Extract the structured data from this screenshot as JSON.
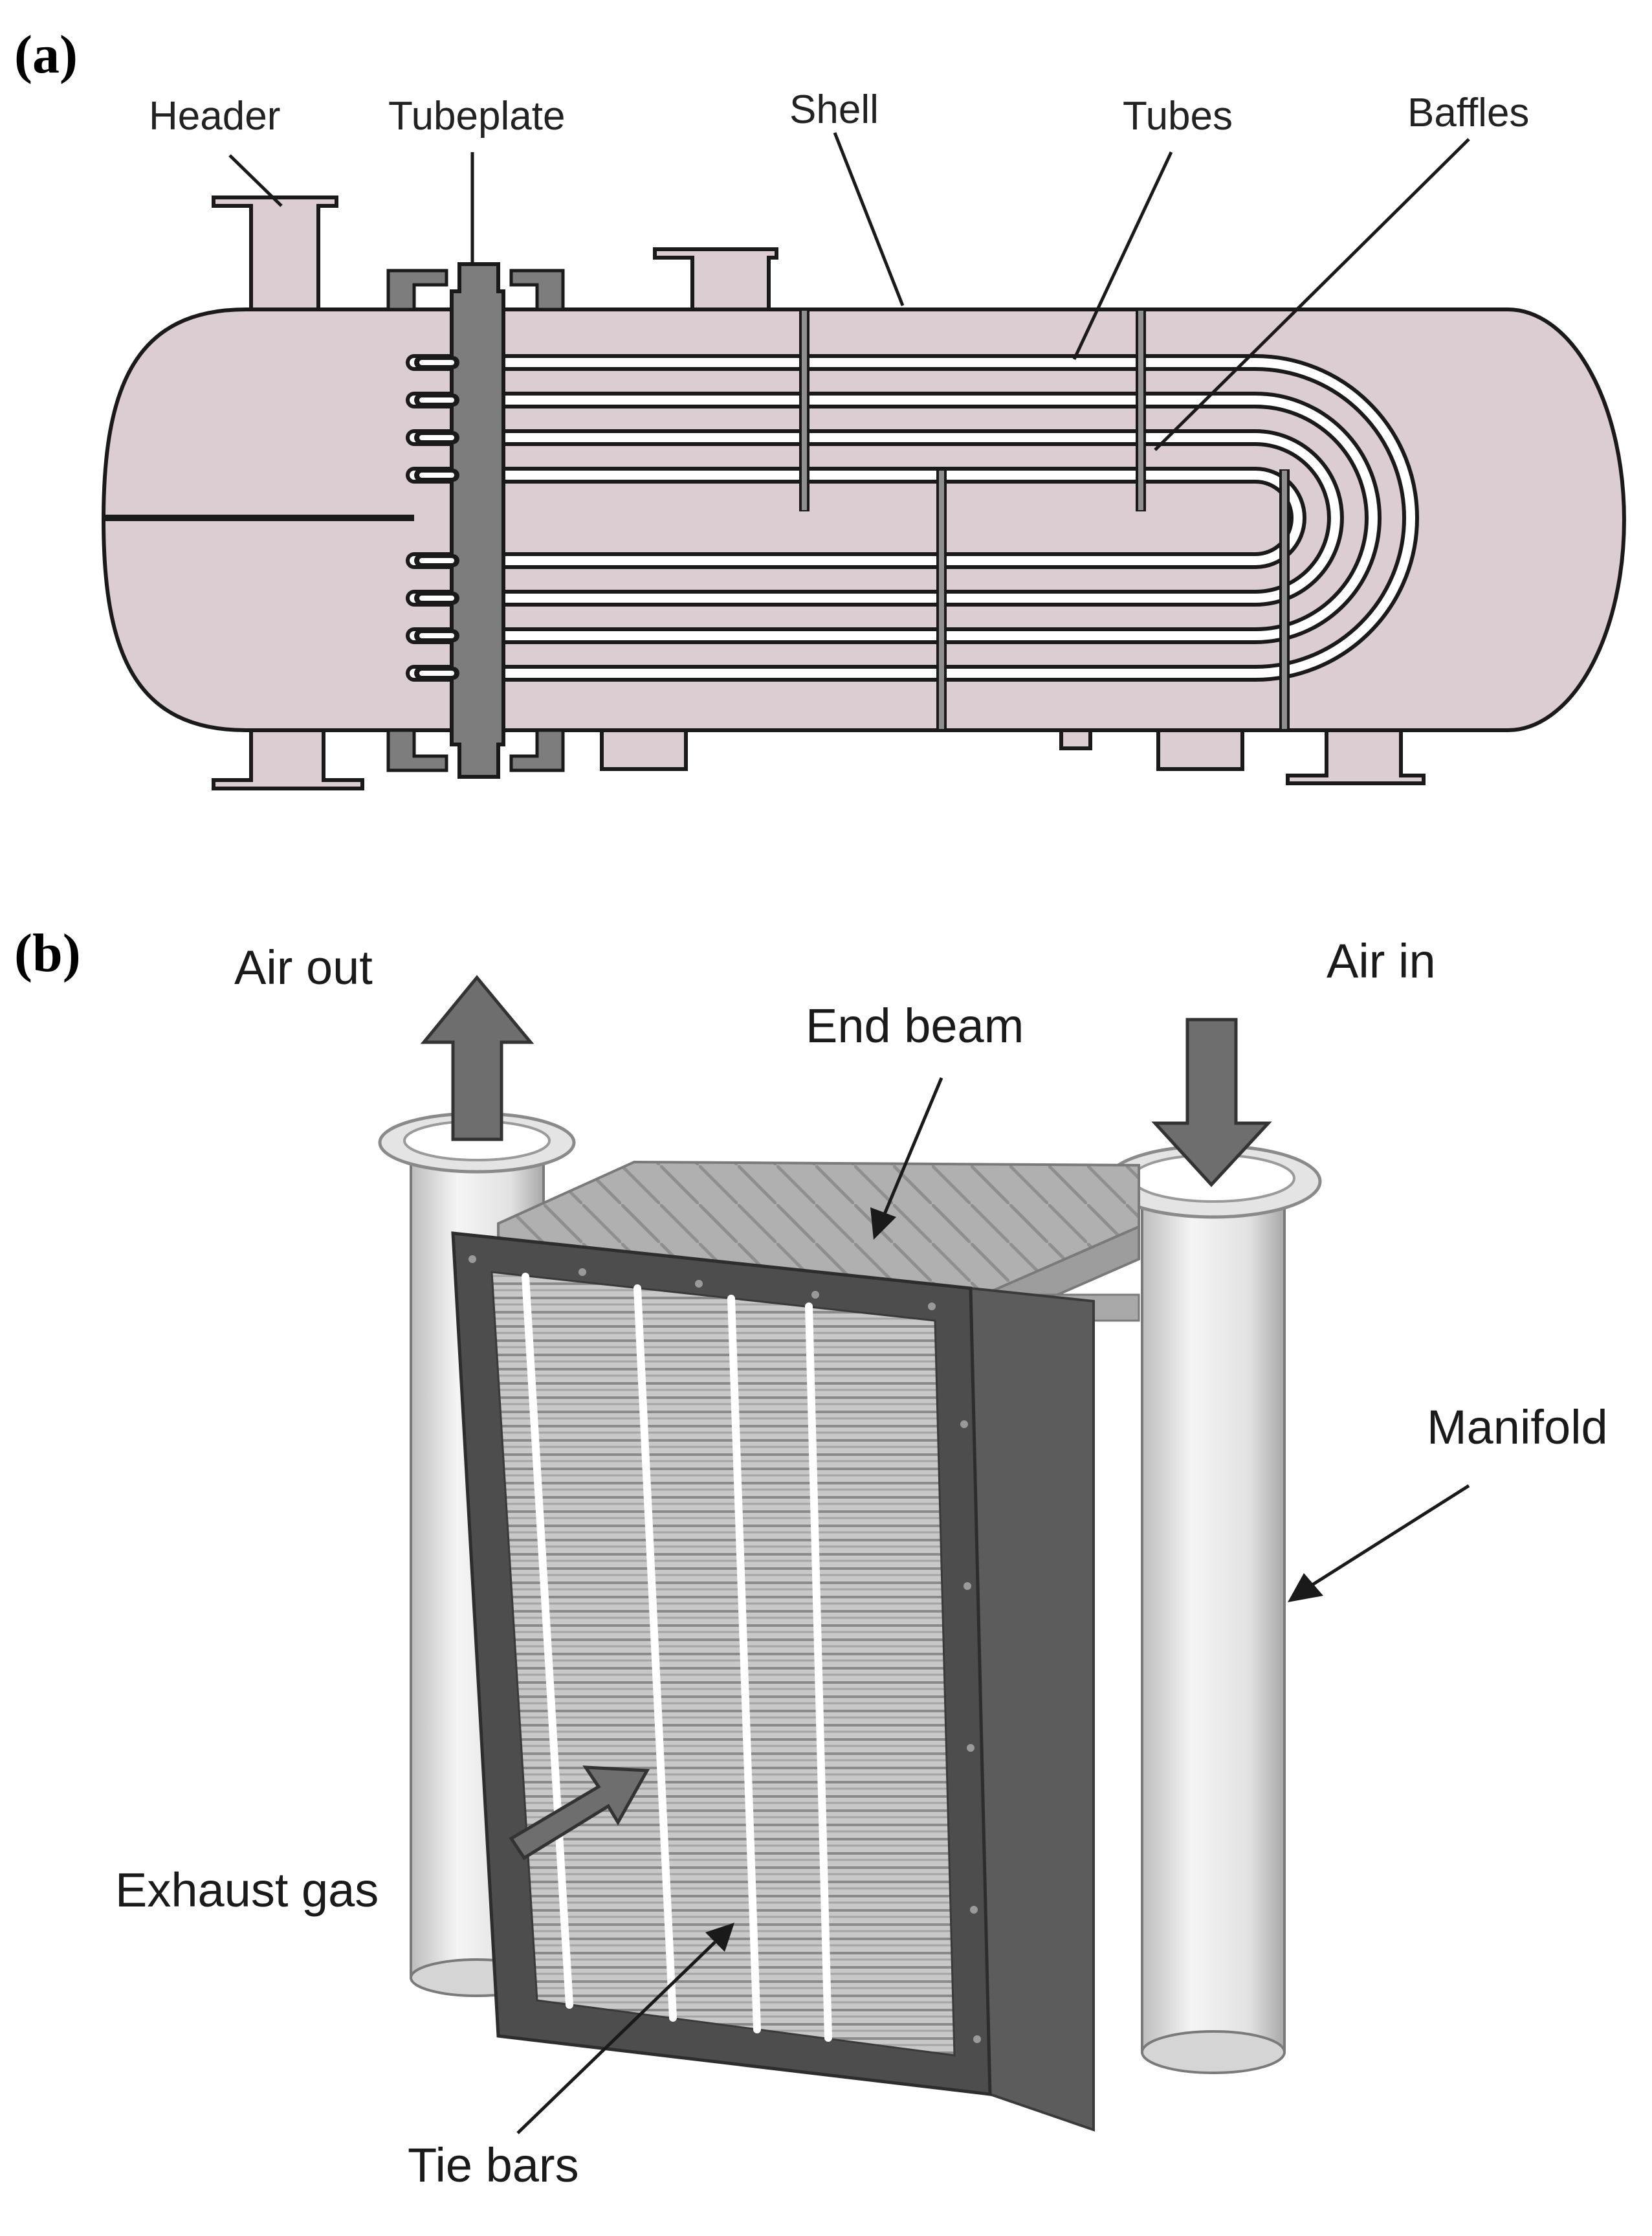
{
  "panel_a": {
    "tag": "(a)",
    "labels": {
      "header": "Header",
      "tubeplate": "Tubeplate",
      "shell": "Shell",
      "tubes": "Tubes",
      "baffles": "Baffles"
    }
  },
  "panel_b": {
    "tag": "(b)",
    "labels": {
      "air_out": "Air out",
      "air_in": "Air in",
      "end_beam": "End beam",
      "manifold": "Manifold",
      "exhaust_gas": "Exhaust gas",
      "tie_bars": "Tie bars"
    }
  },
  "colors": {
    "shell_fill": "#dccdd2",
    "outline": "#1a1a1a",
    "tubeplate_fill": "#7d7d7d",
    "baffle": "#5a5a5a",
    "arrow_fill": "#6e6e6e",
    "frame_dark": "#4d4d4d",
    "core_light": "#cfcfcf",
    "pipe_light": "#eeeeee"
  }
}
